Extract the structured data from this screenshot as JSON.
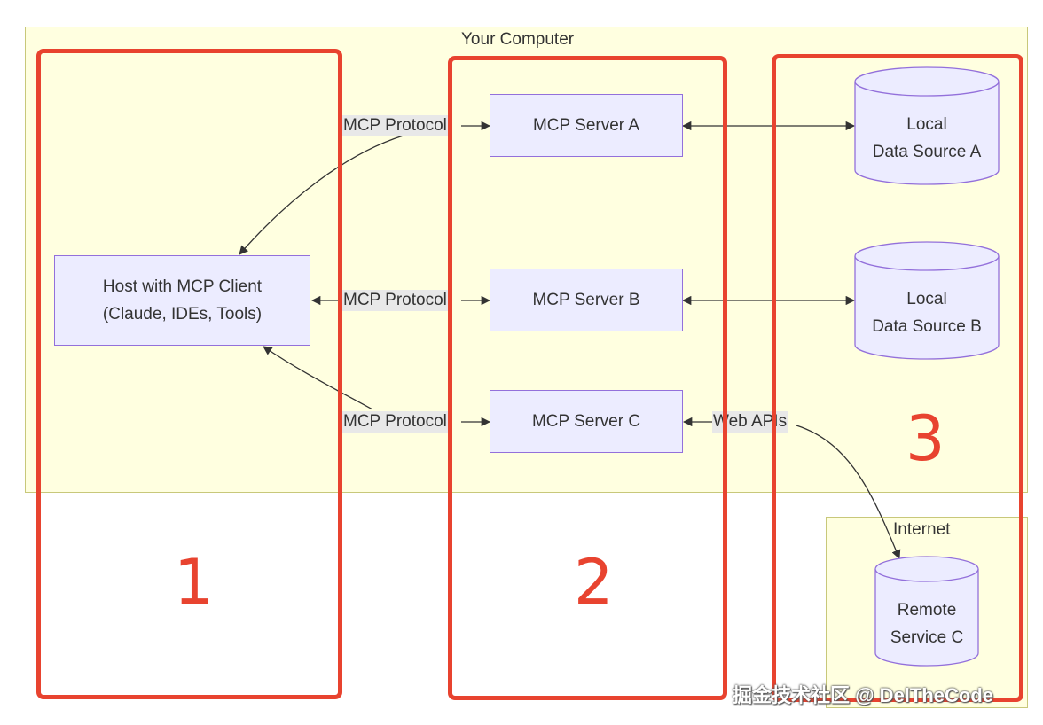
{
  "clusters": {
    "your_computer": "Your Computer",
    "internet": "Internet"
  },
  "nodes": {
    "host": [
      "Host with MCP Client",
      "(Claude, IDEs, Tools)"
    ],
    "server_a": "MCP Server A",
    "server_b": "MCP Server B",
    "server_c": "MCP Server C",
    "local_a": [
      "Local",
      "Data Source A"
    ],
    "local_b": [
      "Local",
      "Data Source B"
    ],
    "remote_c": [
      "Remote",
      "Service C"
    ]
  },
  "edges": {
    "protocol_a": "MCP Protocol",
    "protocol_b": "MCP Protocol",
    "protocol_c": "MCP Protocol",
    "web_apis": "Web APIs"
  },
  "annotations": {
    "region_1": "1",
    "region_2": "2",
    "region_3": "3"
  },
  "watermark": "掘金技术社区 @ DelTheCode",
  "colors": {
    "cluster_fill": "#ffffe0",
    "node_fill": "#ececff",
    "node_border": "#9370db",
    "annotation_red": "#e8432f"
  }
}
